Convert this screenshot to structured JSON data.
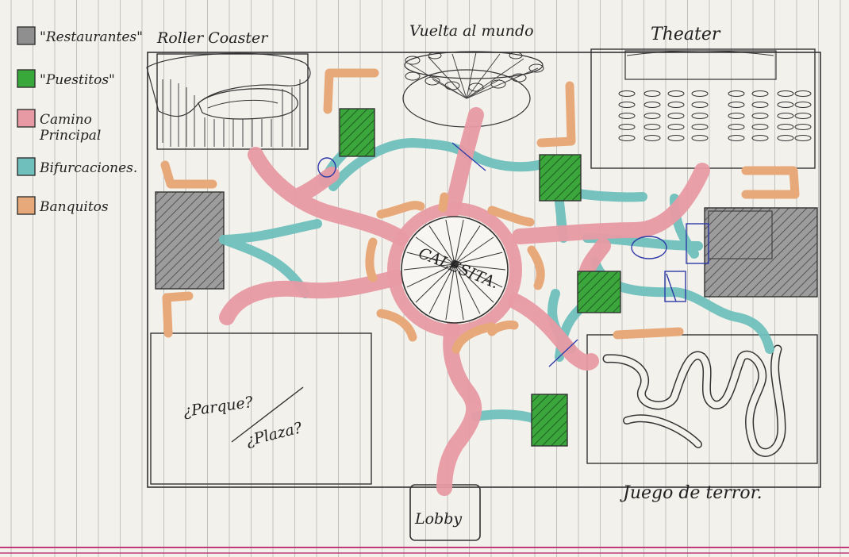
{
  "legend": [
    {
      "swatch": "#8f8f8f",
      "label": "\"Restaurantes\""
    },
    {
      "swatch": "#39a83a",
      "label": "\"Puestitos\""
    },
    {
      "swatch": "#e89aa4",
      "label": "Camino",
      "label2": "Principal"
    },
    {
      "swatch": "#6fc0bd",
      "label": "Bifurcaciones."
    },
    {
      "swatch": "#e7a979",
      "label": "Banquitos"
    }
  ],
  "areas": {
    "roller_coaster": "Roller Coaster",
    "ferris_wheel": "Vuelta al mundo",
    "theater": "Theater",
    "carousel": "CALESITA.",
    "park_line1": "¿Parque?",
    "park_line2": "¿Plaza?",
    "lobby": "Lobby",
    "terror": "Juego de terror."
  },
  "colors": {
    "restaurant": "#8f8f8f",
    "stall": "#39a83a",
    "main_path": "#e89aa4",
    "branch_path": "#6fc0bd",
    "bench": "#e7a979",
    "ink": "#2a2a2a",
    "grid_line": "#8a8a8a",
    "paper": "#f3f1ec",
    "margin_line": "#c03a7a"
  }
}
